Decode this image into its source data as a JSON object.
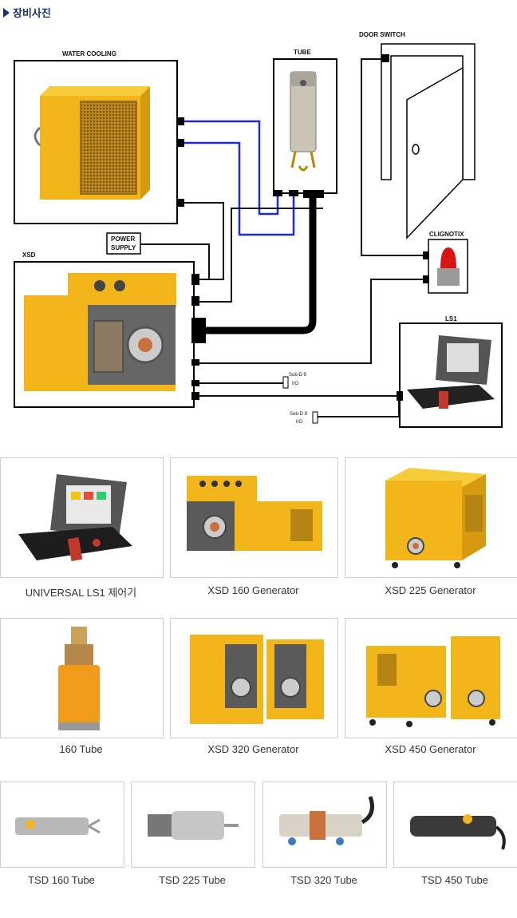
{
  "header": {
    "title": "장비사진"
  },
  "diagram": {
    "labels": {
      "water_cooling": "WATER COOLING",
      "tube": "TUBE",
      "door_switch": "DOOR SWITCH",
      "power_supply_1": "POWER",
      "power_supply_2": "SUPPLY",
      "xsd": "XSD",
      "clignotix": "CLIGNOTIX",
      "ls1": "LS1",
      "subd_1a": "Sub-D 9",
      "subd_1b": "I/O",
      "subd_2a": "Sub-D 9",
      "subd_2b": "I/O"
    }
  },
  "gallery": {
    "row1": [
      "UNIVERSAL LS1 제어기",
      "XSD 160 Generator",
      "XSD 225 Generator"
    ],
    "row2": [
      "160 Tube",
      "XSD 320 Generator",
      "XSD 450 Generator"
    ],
    "row3": [
      "TSD 160 Tube",
      "TSD 225 Tube",
      "TSD 320 Tube",
      "TSD 450 Tube"
    ]
  },
  "colors": {
    "accent": "#1c2d7a",
    "equipment_yellow": "#f2b61a",
    "cable_blue": "#1a2ed8"
  }
}
